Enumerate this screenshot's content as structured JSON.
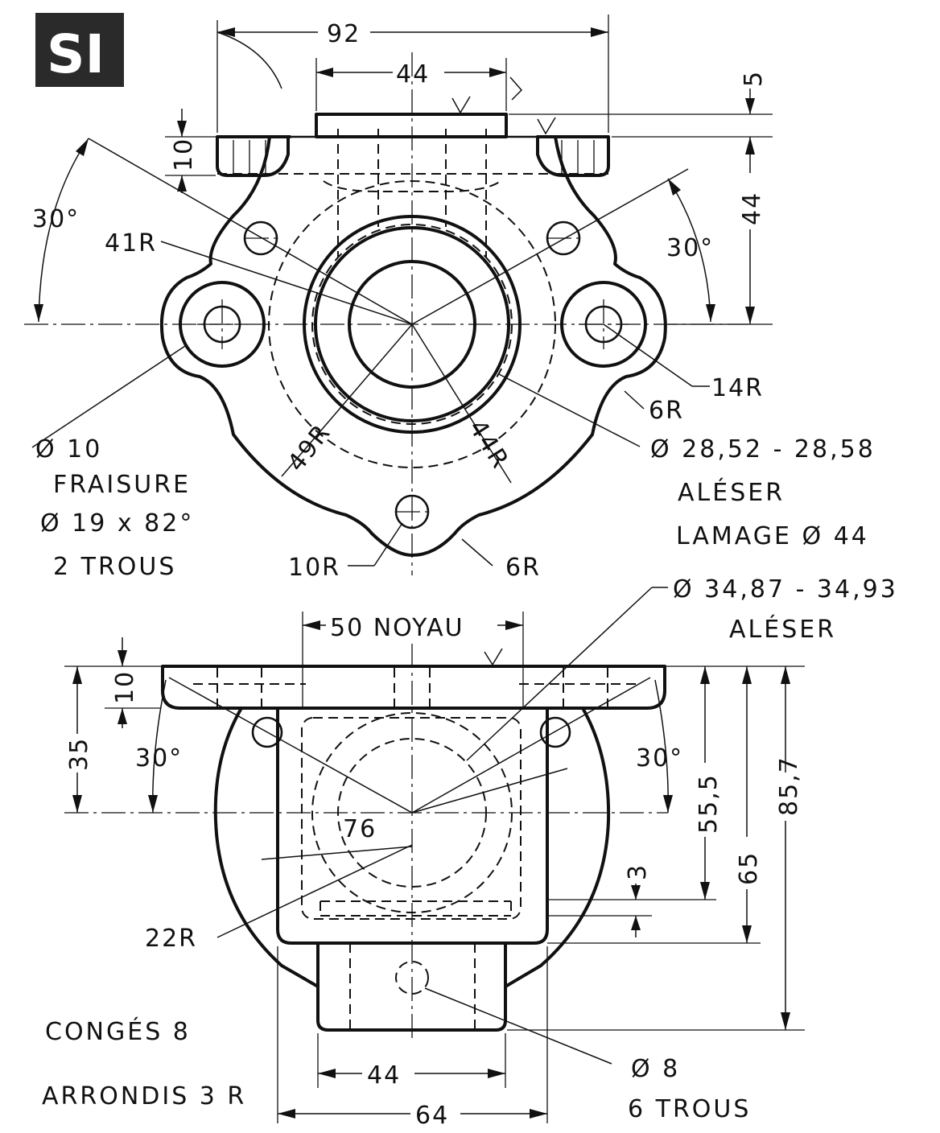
{
  "logo": "SI",
  "top_view": {
    "dims": {
      "d92": "92",
      "d44_top": "44",
      "d5": "5",
      "d10": "10",
      "d44_right": "44",
      "a30_left": "30°",
      "a30_right": "30°",
      "r41": "41R",
      "r14": "14R",
      "r6_right": "6R",
      "r49": "49R",
      "r44": "44R",
      "r10": "10R",
      "r6_bottom": "6R"
    },
    "notes": {
      "left_hole": [
        "Ø 10",
        "FRAISURE",
        "Ø 19 x 82°",
        "2 TROUS"
      ],
      "bore": [
        "Ø 28,52 - 28,58",
        "ALÉSER",
        "LAMAGE Ø 44"
      ]
    }
  },
  "front_view": {
    "dims": {
      "noyau": "50 NOYAU",
      "d10": "10",
      "d35": "35",
      "a30_left": "30°",
      "a30_right": "30°",
      "d76": "76",
      "r22": "22R",
      "d3": "3",
      "d55_5": "55,5",
      "d65": "65",
      "d85_7": "85,7",
      "d44": "44",
      "d64": "64"
    },
    "notes": {
      "bore": [
        "Ø 34,87 - 34,93",
        "ALÉSER"
      ],
      "holes": [
        "Ø 8",
        "6 TROUS"
      ],
      "general": [
        "CONGÉS 8",
        "ARRONDIS 3 R"
      ]
    }
  }
}
